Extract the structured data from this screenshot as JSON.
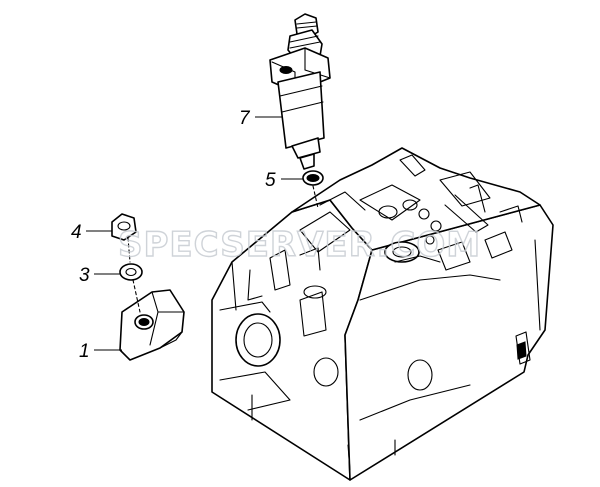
{
  "watermark": {
    "text": "SPECSERVER.COM"
  },
  "callouts": [
    {
      "id": "7",
      "part": "fuel-injector"
    },
    {
      "id": "5",
      "part": "sealing-ring"
    },
    {
      "id": "4",
      "part": "nut"
    },
    {
      "id": "3",
      "part": "washer"
    },
    {
      "id": "1",
      "part": "injector-clamp"
    }
  ]
}
